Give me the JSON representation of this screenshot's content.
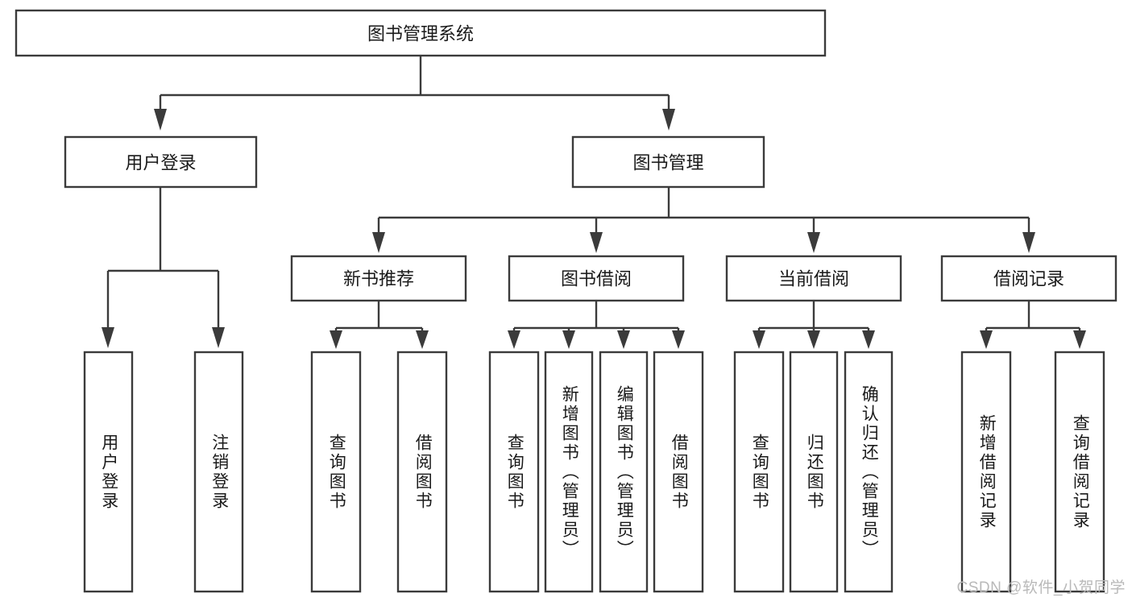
{
  "diagram": {
    "type": "tree",
    "title": "图书管理系统",
    "watermark": "CSDN @软件_小贺同学",
    "colors": {
      "stroke": "#3b3b3b",
      "box_fill": "#ffffff",
      "text": "#1a1a1a",
      "background": "#ffffff",
      "watermark": "#b9b9b9"
    },
    "root": {
      "label": "图书管理系统"
    },
    "level2": [
      {
        "label": "用户登录"
      },
      {
        "label": "图书管理"
      }
    ],
    "level3": [
      {
        "label": "新书推荐"
      },
      {
        "label": "图书借阅"
      },
      {
        "label": "当前借阅"
      },
      {
        "label": "借阅记录"
      }
    ],
    "leaves": {
      "user_login": [
        {
          "label": "用户登录"
        },
        {
          "label": "注销登录"
        }
      ],
      "new_book_recommend": [
        {
          "label": "查询图书"
        },
        {
          "label": "借阅图书"
        }
      ],
      "book_borrow": [
        {
          "label": "查询图书"
        },
        {
          "label": "新增图书（管理员）"
        },
        {
          "label": "编辑图书（管理员）"
        },
        {
          "label": "借阅图书"
        }
      ],
      "current_borrow": [
        {
          "label": "查询图书"
        },
        {
          "label": "归还图书"
        },
        {
          "label": "确认归还（管理员）"
        }
      ],
      "borrow_record": [
        {
          "label": "新增借阅记录"
        },
        {
          "label": "查询借阅记录"
        }
      ]
    }
  }
}
